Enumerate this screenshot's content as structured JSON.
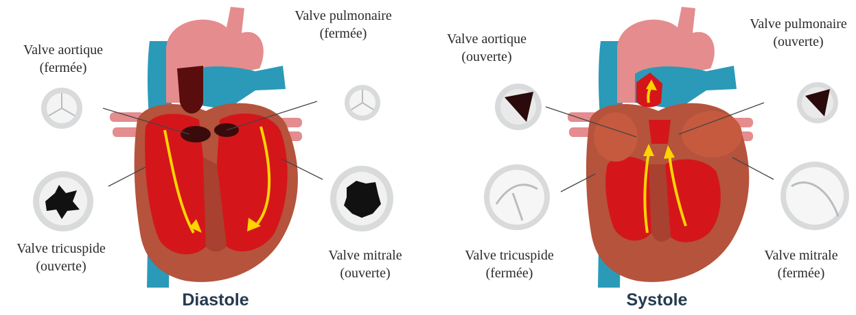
{
  "colors": {
    "myocardium_outer": "#b5533c",
    "chamber": "#d4161b",
    "aorta": "#e48c8e",
    "vena": "#2a9ab8",
    "arrow": "#ffd400",
    "valve_ring": "#d8dadb",
    "orifice": "#111111"
  },
  "diastole": {
    "title": "Diastole",
    "labels": {
      "aortic": {
        "name": "Valve aortique",
        "state": "(fermée)"
      },
      "pulmonary": {
        "name": "Valve pulmonaire",
        "state": "(fermée)"
      },
      "tricuspid": {
        "name": "Valve tricuspide",
        "state": "(ouverte)"
      },
      "mitral": {
        "name": "Valve mitrale",
        "state": "(ouverte)"
      }
    }
  },
  "systole": {
    "title": "Systole",
    "labels": {
      "aortic": {
        "name": "Valve aortique",
        "state": "(ouverte)"
      },
      "pulmonary": {
        "name": "Valve pulmonaire",
        "state": "(ouverte)"
      },
      "tricuspid": {
        "name": "Valve tricuspide",
        "state": "(fermée)"
      },
      "mitral": {
        "name": "Valve mitrale",
        "state": "(fermée)"
      }
    }
  }
}
